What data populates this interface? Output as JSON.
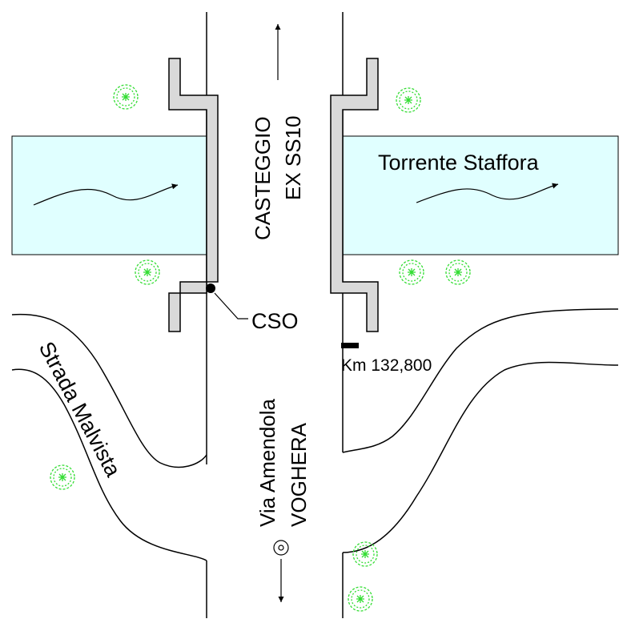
{
  "labels": {
    "road_north_line1": "CASTEGGIO",
    "road_north_line2": "EX SS10",
    "river": "Torrente Staffora",
    "cso": "CSO",
    "km": "Km 132,800",
    "side_road": "Strada Malvista",
    "road_south_line1": "Via Amendola",
    "road_south_line2": "VOGHERA"
  },
  "colors": {
    "river_fill": "#e0ffff",
    "bridge_fill": "#d9d9d9",
    "tree": "#33dd33"
  },
  "icons": [
    "flow-arrow-icon",
    "north-arrow-icon",
    "south-arrow-icon",
    "tree-icon",
    "manhole-icon"
  ]
}
